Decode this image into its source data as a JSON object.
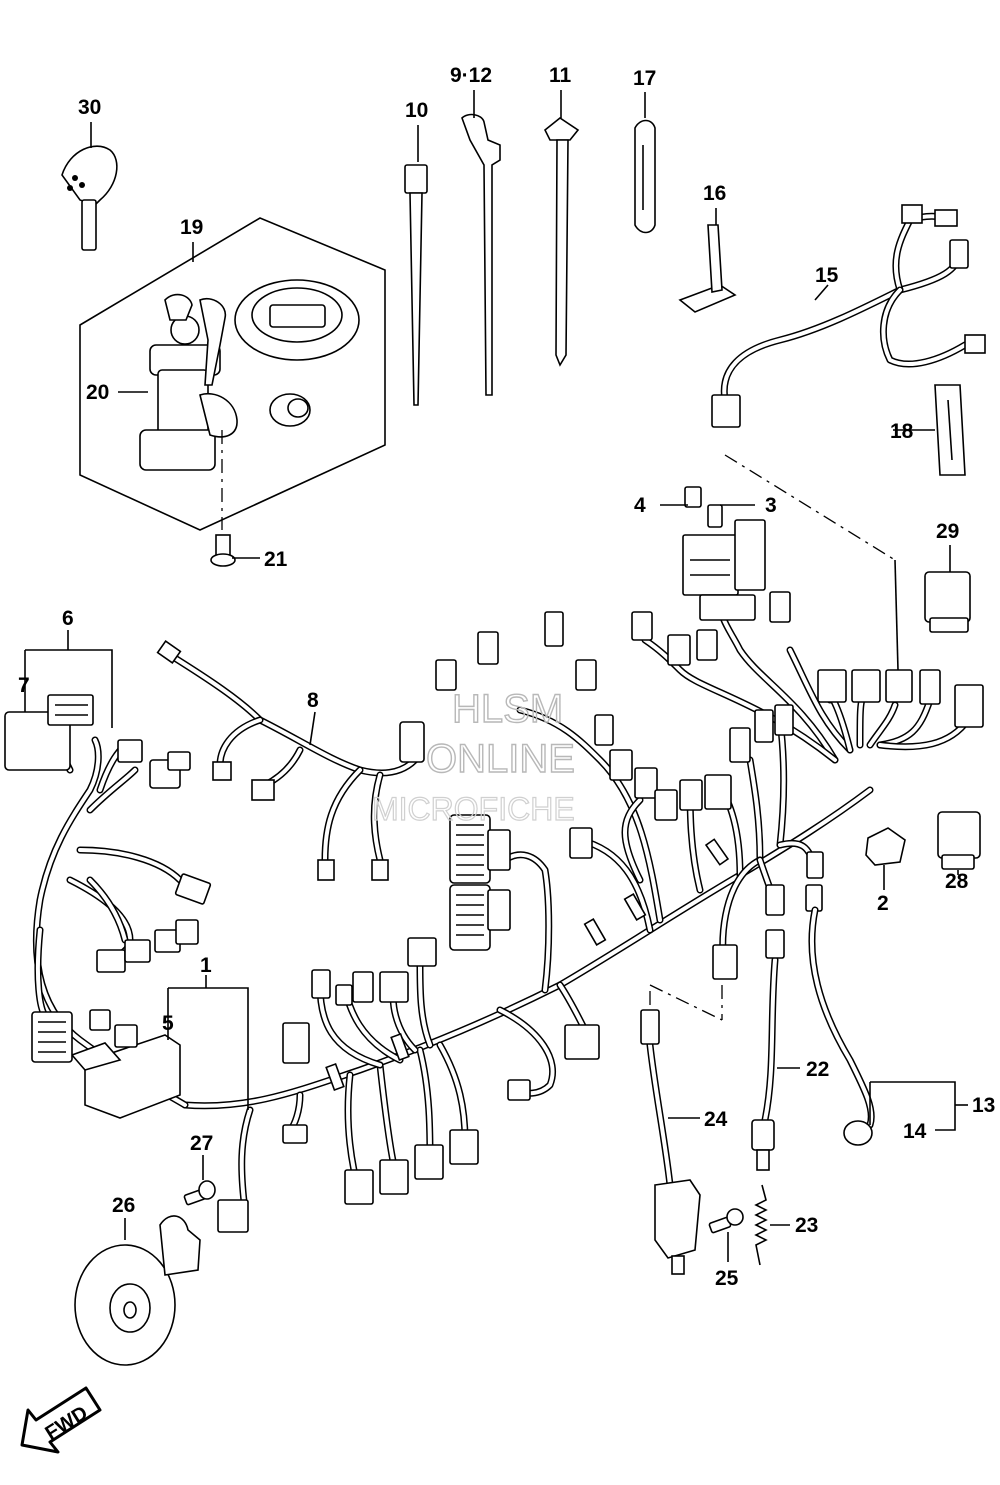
{
  "labels": {
    "l1": "1",
    "l2": "2",
    "l3": "3",
    "l4": "4",
    "l5": "5",
    "l6": "6",
    "l7": "7",
    "l8": "8",
    "l9_12": "9·12",
    "l10": "10",
    "l11": "11",
    "l13": "13",
    "l14": "14",
    "l15": "15",
    "l16": "16",
    "l17": "17",
    "l18": "18",
    "l19": "19",
    "l20": "20",
    "l21": "21",
    "l22": "22",
    "l23": "23",
    "l24": "24",
    "l25": "25",
    "l26": "26",
    "l27": "27",
    "l28": "28",
    "l29": "29",
    "l30": "30"
  },
  "watermark": {
    "line1": "HLSM",
    "line2": "ONLINE",
    "line3": "MICROFICHE"
  },
  "badge": {
    "fwd": "FWD"
  }
}
